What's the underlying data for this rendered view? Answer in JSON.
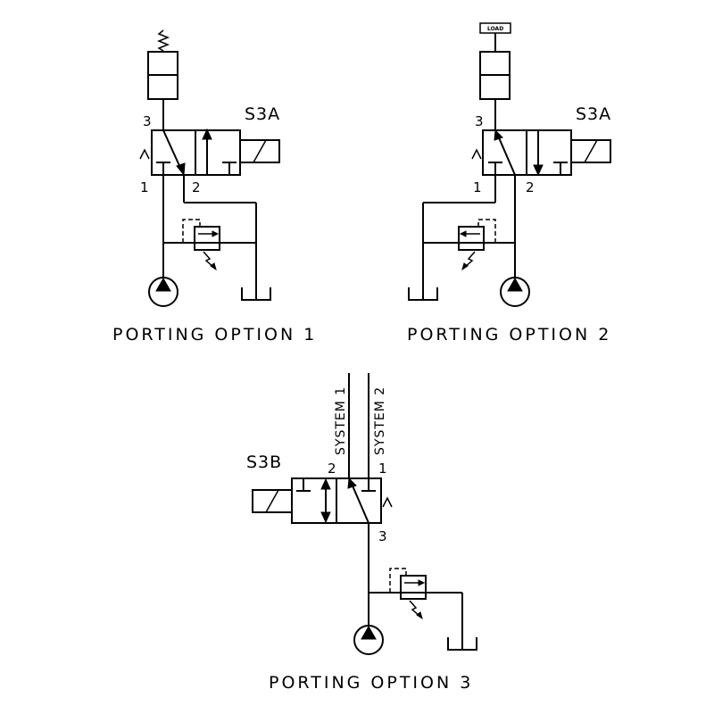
{
  "options": [
    {
      "caption": "PORTING OPTION 1",
      "valve_label": "S3A",
      "port_labels": [
        "3",
        "1",
        "2"
      ]
    },
    {
      "caption": "PORTING OPTION 2",
      "valve_label": "S3A",
      "port_labels": [
        "3",
        "1",
        "2"
      ],
      "load_label": "LOAD"
    },
    {
      "caption": "PORTING OPTION 3",
      "valve_label": "S3B",
      "port_labels": [
        "2",
        "1",
        "3"
      ],
      "system_labels": [
        "SYSTEM 1",
        "SYSTEM 2"
      ]
    }
  ]
}
